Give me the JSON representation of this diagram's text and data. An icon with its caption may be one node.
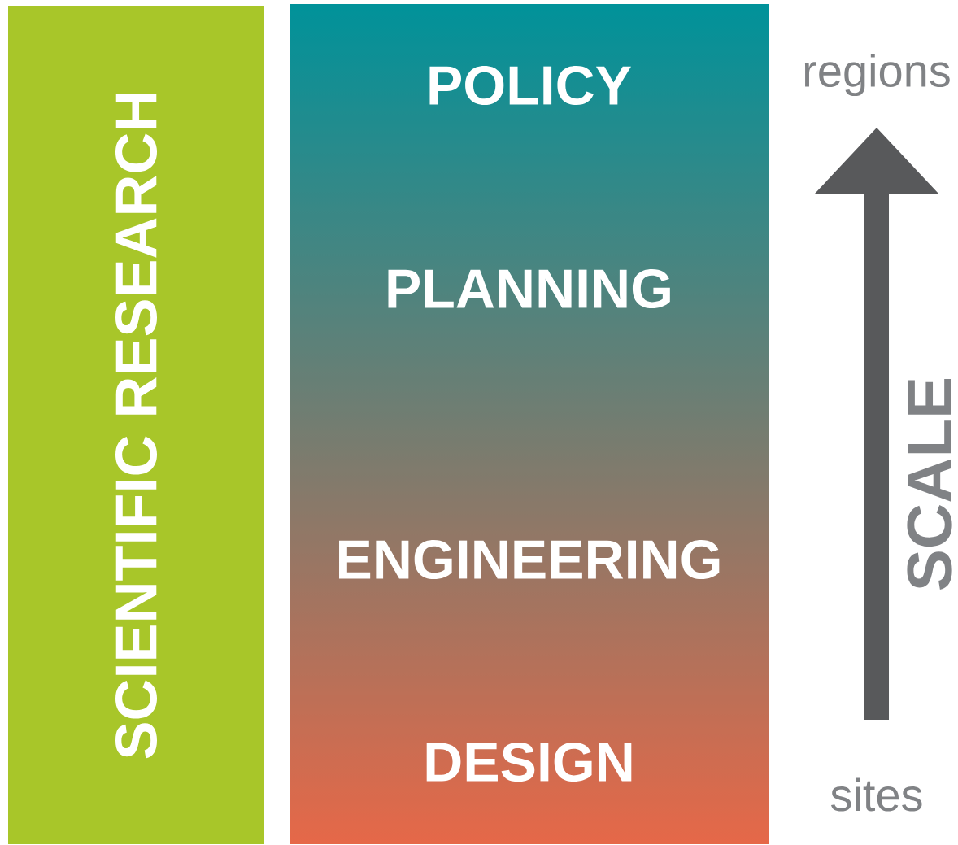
{
  "diagram": {
    "nodes": [
      {
        "text": [
          "SCIENTIFIC RESEARCH"
        ]
      },
      {
        "text": [
          "POLICY",
          "PLANNING",
          "ENGINEERING",
          "DESIGN"
        ]
      }
    ],
    "labels": [
      "regions",
      "SCALE",
      "sites"
    ]
  }
}
